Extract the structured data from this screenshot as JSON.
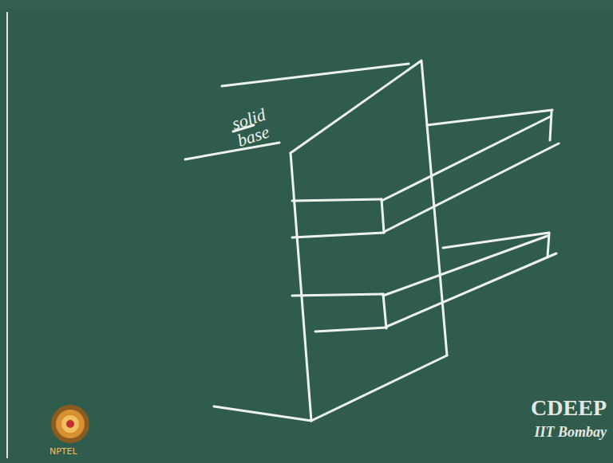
{
  "diagram": {
    "labels": [
      "solid base",
      "CDEEP",
      "IIT Bombay",
      "NPTEL"
    ]
  }
}
